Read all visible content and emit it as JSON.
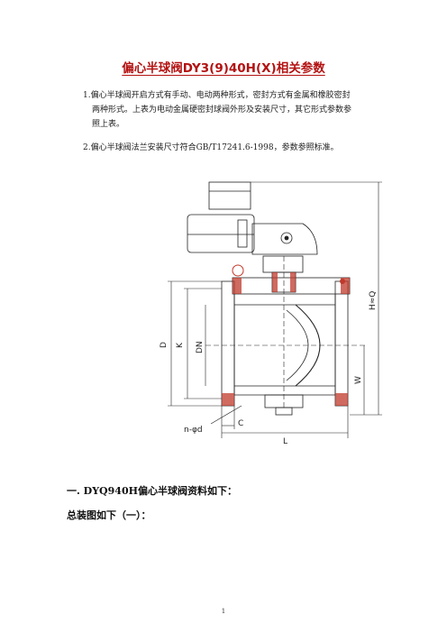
{
  "title": "偏心半球阀DY3(9)40H(X)相关参数",
  "paragraphs": {
    "p1_line1": "1.偏心半球阀开启方式有手动、电动两种形式，密封方式有金属和橡胶密封",
    "p1_line2": "两种形式。上表为电动金属硬密封球阀外形及安装尺寸，其它形式参数参",
    "p1_line3": "照上表。",
    "p2": "2.偏心半球阀法兰安装尺寸符合GB/T17241.6-1998，参数参照标准。"
  },
  "drawing": {
    "labels": {
      "D": "D",
      "K": "K",
      "DN": "DN",
      "H": "H≈Q",
      "W": "W",
      "L": "L",
      "C": "C",
      "bolts": "n-φd"
    },
    "colors": {
      "line": "#222222",
      "hatch": "#c0392b",
      "accent": "#d46a6a"
    }
  },
  "section": {
    "heading": "一. DYQ940H偏心半球阀资料如下：",
    "subheading": "总装图如下（一）："
  },
  "page_number": "1"
}
